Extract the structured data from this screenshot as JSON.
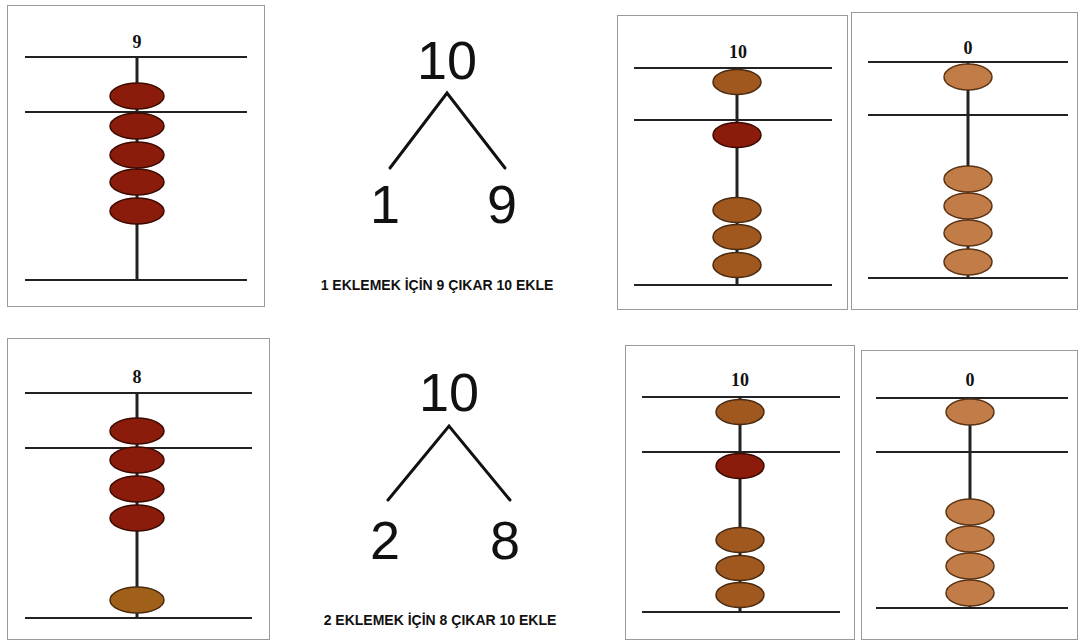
{
  "diagram": {
    "nodes": [
      {
        "text": [
          "9"
        ]
      },
      {
        "text": [
          "10"
        ]
      },
      {
        "text": [
          "0"
        ]
      },
      {
        "text": [
          "8"
        ]
      },
      {
        "text": [
          "10"
        ]
      },
      {
        "text": [
          "0"
        ]
      }
    ],
    "labels": [
      "10",
      "1",
      "9",
      "1 EKLEMEK İÇİN 9 ÇIKAR 10 EKLE",
      "10",
      "2",
      "8",
      "2 EKLEMEK İÇİN 8 ÇIKAR 10 EKLE"
    ]
  }
}
